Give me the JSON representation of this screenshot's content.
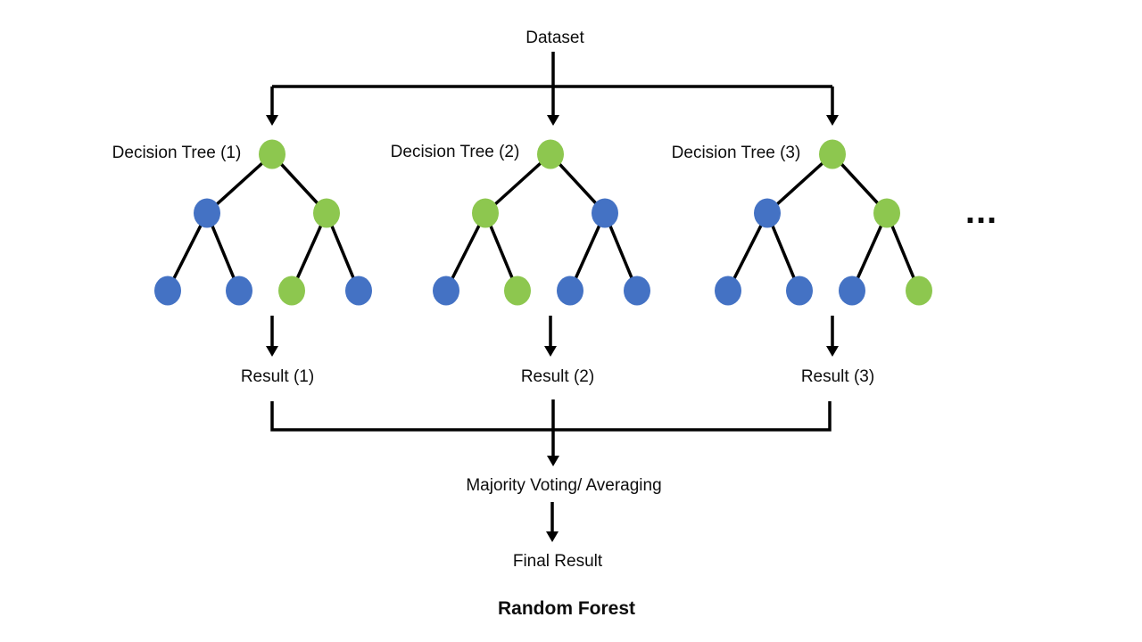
{
  "title": "Random Forest",
  "dataset_label": "Dataset",
  "ellipsis_label": "...",
  "merge_label": "Majority Voting/ Averaging",
  "final_label": "Final Result",
  "trees": [
    {
      "label": "Decision Tree (1)",
      "result_label": "Result (1)",
      "nodes": [
        "green",
        "blue",
        "green",
        "blue",
        "blue",
        "green",
        "blue"
      ]
    },
    {
      "label": "Decision Tree (2)",
      "result_label": "Result (2)",
      "nodes": [
        "green",
        "green",
        "blue",
        "blue",
        "green",
        "blue",
        "blue"
      ]
    },
    {
      "label": "Decision Tree (3)",
      "result_label": "Result (3)",
      "nodes": [
        "green",
        "blue",
        "green",
        "blue",
        "blue",
        "blue",
        "green"
      ]
    }
  ],
  "colors": {
    "green": "#8DC74F",
    "blue": "#4472C4",
    "line": "#000000"
  }
}
